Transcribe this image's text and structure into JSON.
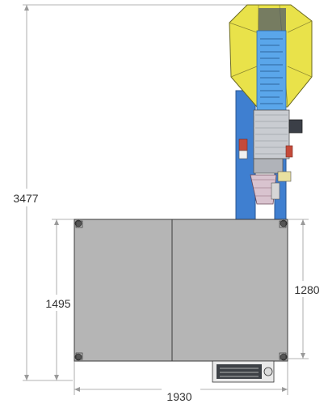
{
  "dimensions": {
    "total_height": "3477",
    "table_depth": "1495",
    "table_inner_depth": "1280",
    "table_width": "1930"
  },
  "colors": {
    "hopper_yellow": "#e9e24a",
    "column_blue": "#3f7fd0",
    "tube_blue": "#5aa6ea",
    "table_gray": "#b5b5b5",
    "dimension_line": "#9a9a9a"
  }
}
